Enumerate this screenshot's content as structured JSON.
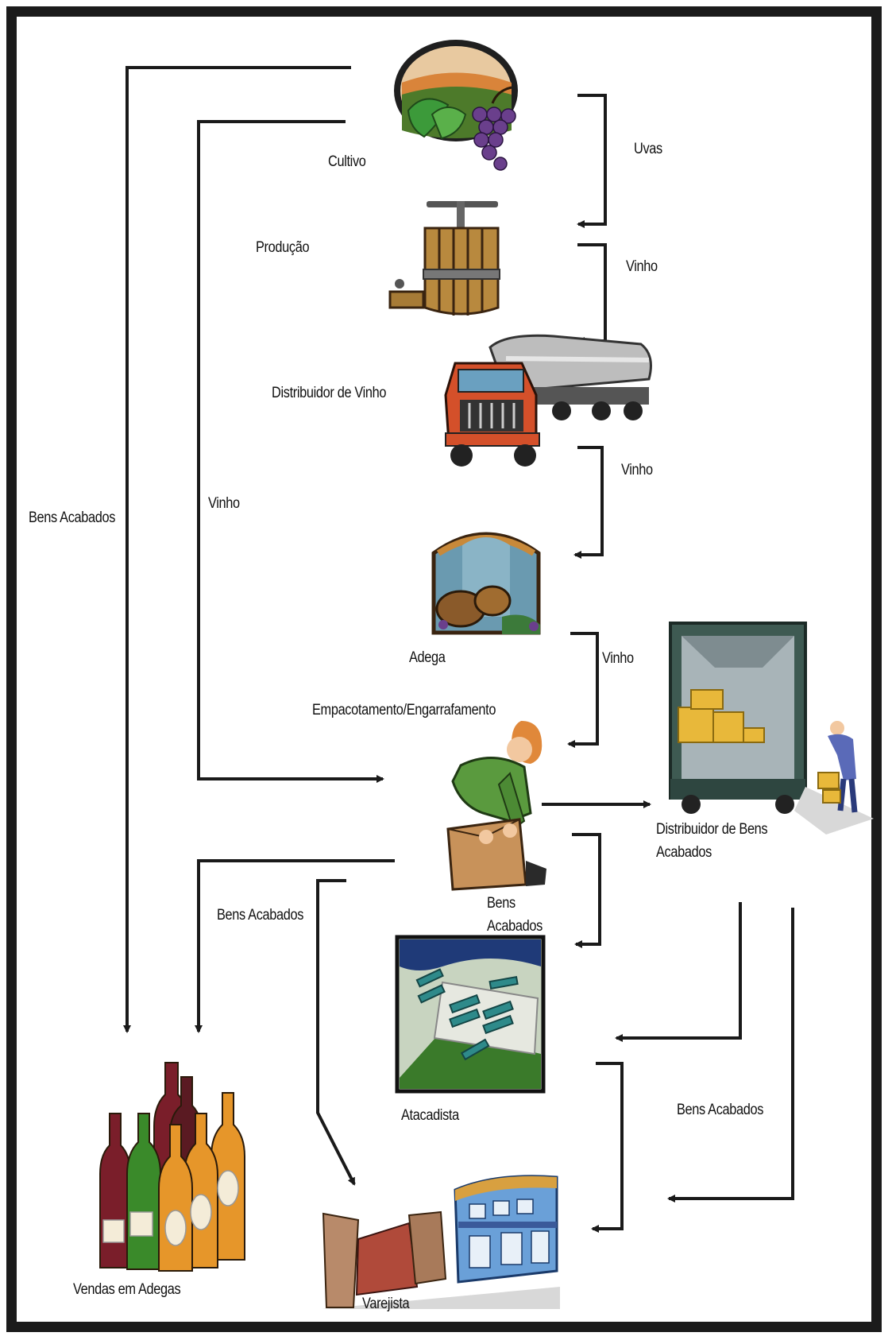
{
  "nodes": {
    "cultivo": "Cultivo",
    "producao": "Produção",
    "distribuidor_vinho": "Distribuidor de Vinho",
    "adega": "Adega",
    "empacotamento": "Empacotamento/Engarrafamento",
    "distribuidor_bens": "Distribuidor de Bens Acabados",
    "atacadista": "Atacadista",
    "vendas_adegas": "Vendas em Adegas",
    "varejista": "Varejista"
  },
  "flows": {
    "uvas": "Uvas",
    "vinho_producao": "Vinho",
    "vinho_distribuidor": "Vinho",
    "vinho_adega": "Vinho",
    "vinho_cultivo_empacotamento": "Vinho",
    "bens_cultivo_vendas": "Bens Acabados",
    "bens_empacotamento_vendas": "Bens Acabados",
    "bens_empacotamento_atacadista": "Bens Acabados",
    "bens_distribuidor_varejista": "Bens Acabados"
  },
  "icons": [
    "vineyard-grapes-icon",
    "wine-press-icon",
    "tanker-truck-icon",
    "wine-cellar-icon",
    "packing-worker-icon",
    "delivery-truck-icon",
    "warehouse-aerial-icon",
    "wine-bottles-icon",
    "storefront-street-icon"
  ],
  "colors": {
    "frame": "#1b1b1b",
    "arrow": "#1a1a1a"
  }
}
